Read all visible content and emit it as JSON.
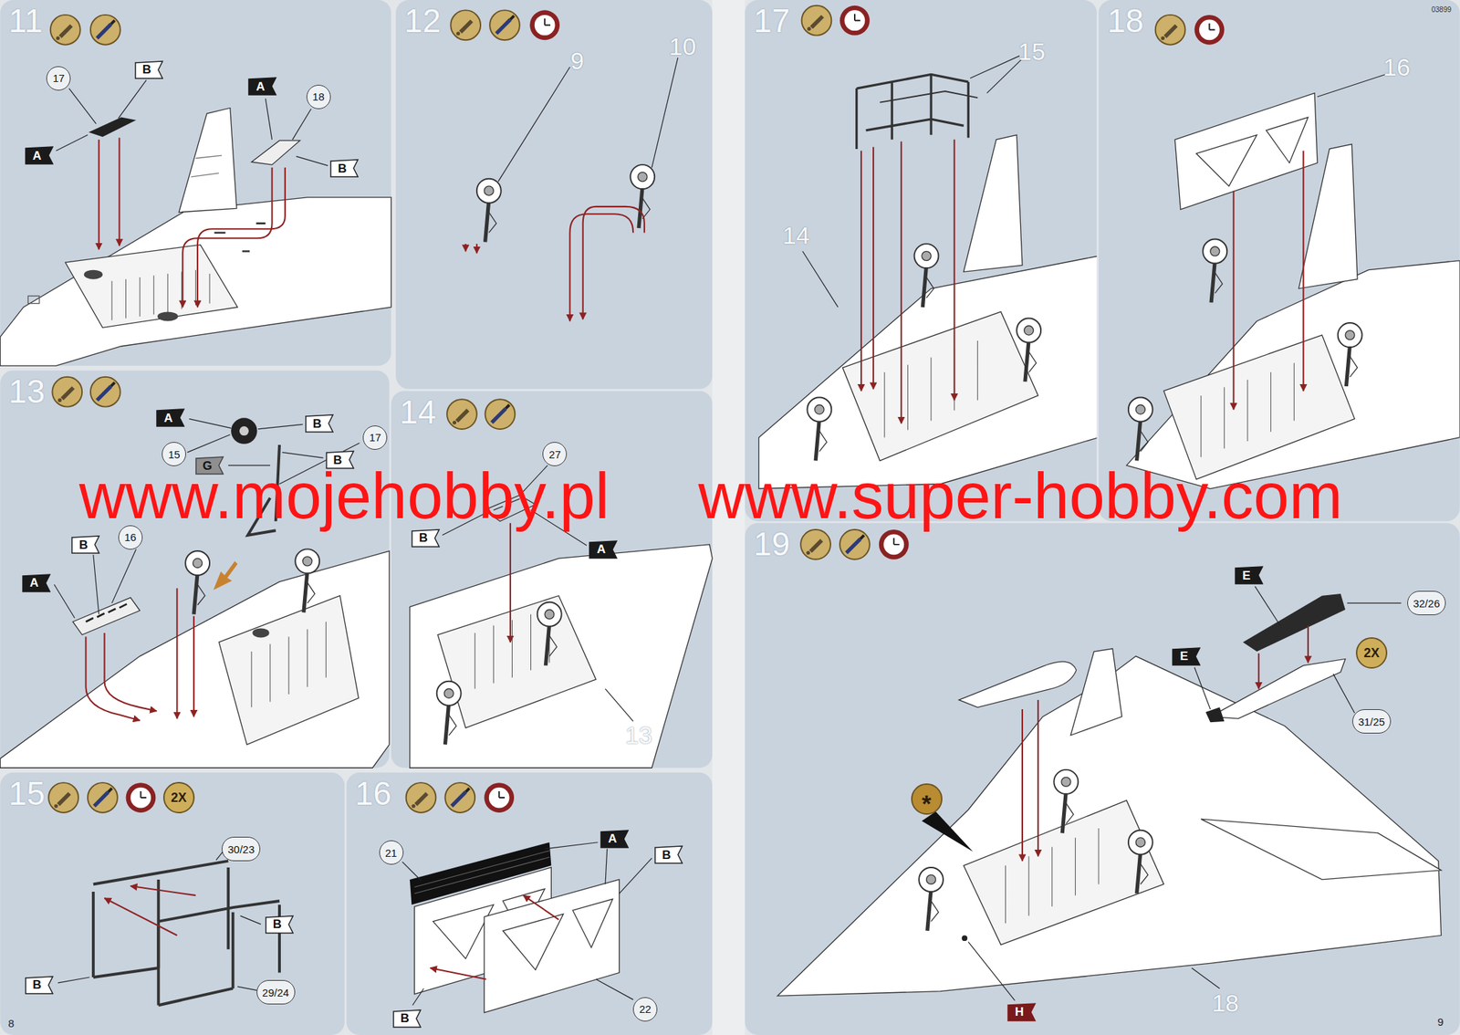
{
  "diagram": {
    "nodes": [
      {
        "text": [
          "11"
        ]
      },
      {
        "text": [
          "17"
        ],
        "in": 0
      },
      {
        "text": [
          "B"
        ],
        "in": 0
      },
      {
        "text": [
          "A"
        ],
        "in": 0
      },
      {
        "text": [
          "A"
        ],
        "in": 0
      },
      {
        "text": [
          "18"
        ],
        "in": 0
      },
      {
        "text": [
          "B"
        ],
        "in": 0
      },
      {
        "text": [
          "12"
        ]
      },
      {
        "text": [
          "13"
        ]
      },
      {
        "text": [
          "A"
        ],
        "in": 8
      },
      {
        "text": [
          "B"
        ],
        "in": 8
      },
      {
        "text": [
          "15"
        ],
        "in": 8
      },
      {
        "text": [
          "G"
        ],
        "in": 8
      },
      {
        "text": [
          "B"
        ],
        "in": 8
      },
      {
        "text": [
          "17"
        ],
        "in": 8
      },
      {
        "text": [
          "16"
        ],
        "in": 8
      },
      {
        "text": [
          "B"
        ],
        "in": 8
      },
      {
        "text": [
          "A"
        ],
        "in": 8
      },
      {
        "text": [
          "14"
        ]
      },
      {
        "text": [
          "27"
        ],
        "in": 18
      },
      {
        "text": [
          "A"
        ],
        "in": 18
      },
      {
        "text": [
          "B"
        ],
        "in": 18
      },
      {
        "text": [
          "15"
        ]
      },
      {
        "text": [
          "2X"
        ],
        "in": 22
      },
      {
        "text": [
          "30/23"
        ],
        "in": 22
      },
      {
        "text": [
          "B"
        ],
        "in": 22
      },
      {
        "text": [
          "B"
        ],
        "in": 22
      },
      {
        "text": [
          "29/24"
        ],
        "in": 22
      },
      {
        "text": [
          "16"
        ]
      },
      {
        "text": [
          "A"
        ],
        "in": 28
      },
      {
        "text": [
          "21"
        ],
        "in": 28
      },
      {
        "text": [
          "B"
        ],
        "in": 28
      },
      {
        "text": [
          "22"
        ],
        "in": 28
      },
      {
        "text": [
          "B"
        ],
        "in": 28
      },
      {
        "text": [
          "17"
        ]
      },
      {
        "text": [
          "18"
        ]
      },
      {
        "text": [
          "19"
        ]
      },
      {
        "text": [
          "E"
        ],
        "in": 36
      },
      {
        "text": [
          "32/26"
        ],
        "in": 36
      },
      {
        "text": [
          "2X"
        ],
        "in": 36
      },
      {
        "text": [
          "E"
        ],
        "in": 36
      },
      {
        "text": [
          "31/25"
        ],
        "in": 36
      },
      {
        "text": [
          "*"
        ],
        "in": 36
      },
      {
        "text": [
          "H"
        ],
        "in": 36
      }
    ],
    "labels": [
      "www.mojehobby.pl",
      "www.super-hobby.com",
      "9",
      "10",
      "13",
      "15",
      "14",
      "16",
      "18",
      "8",
      "9",
      "03899"
    ]
  }
}
